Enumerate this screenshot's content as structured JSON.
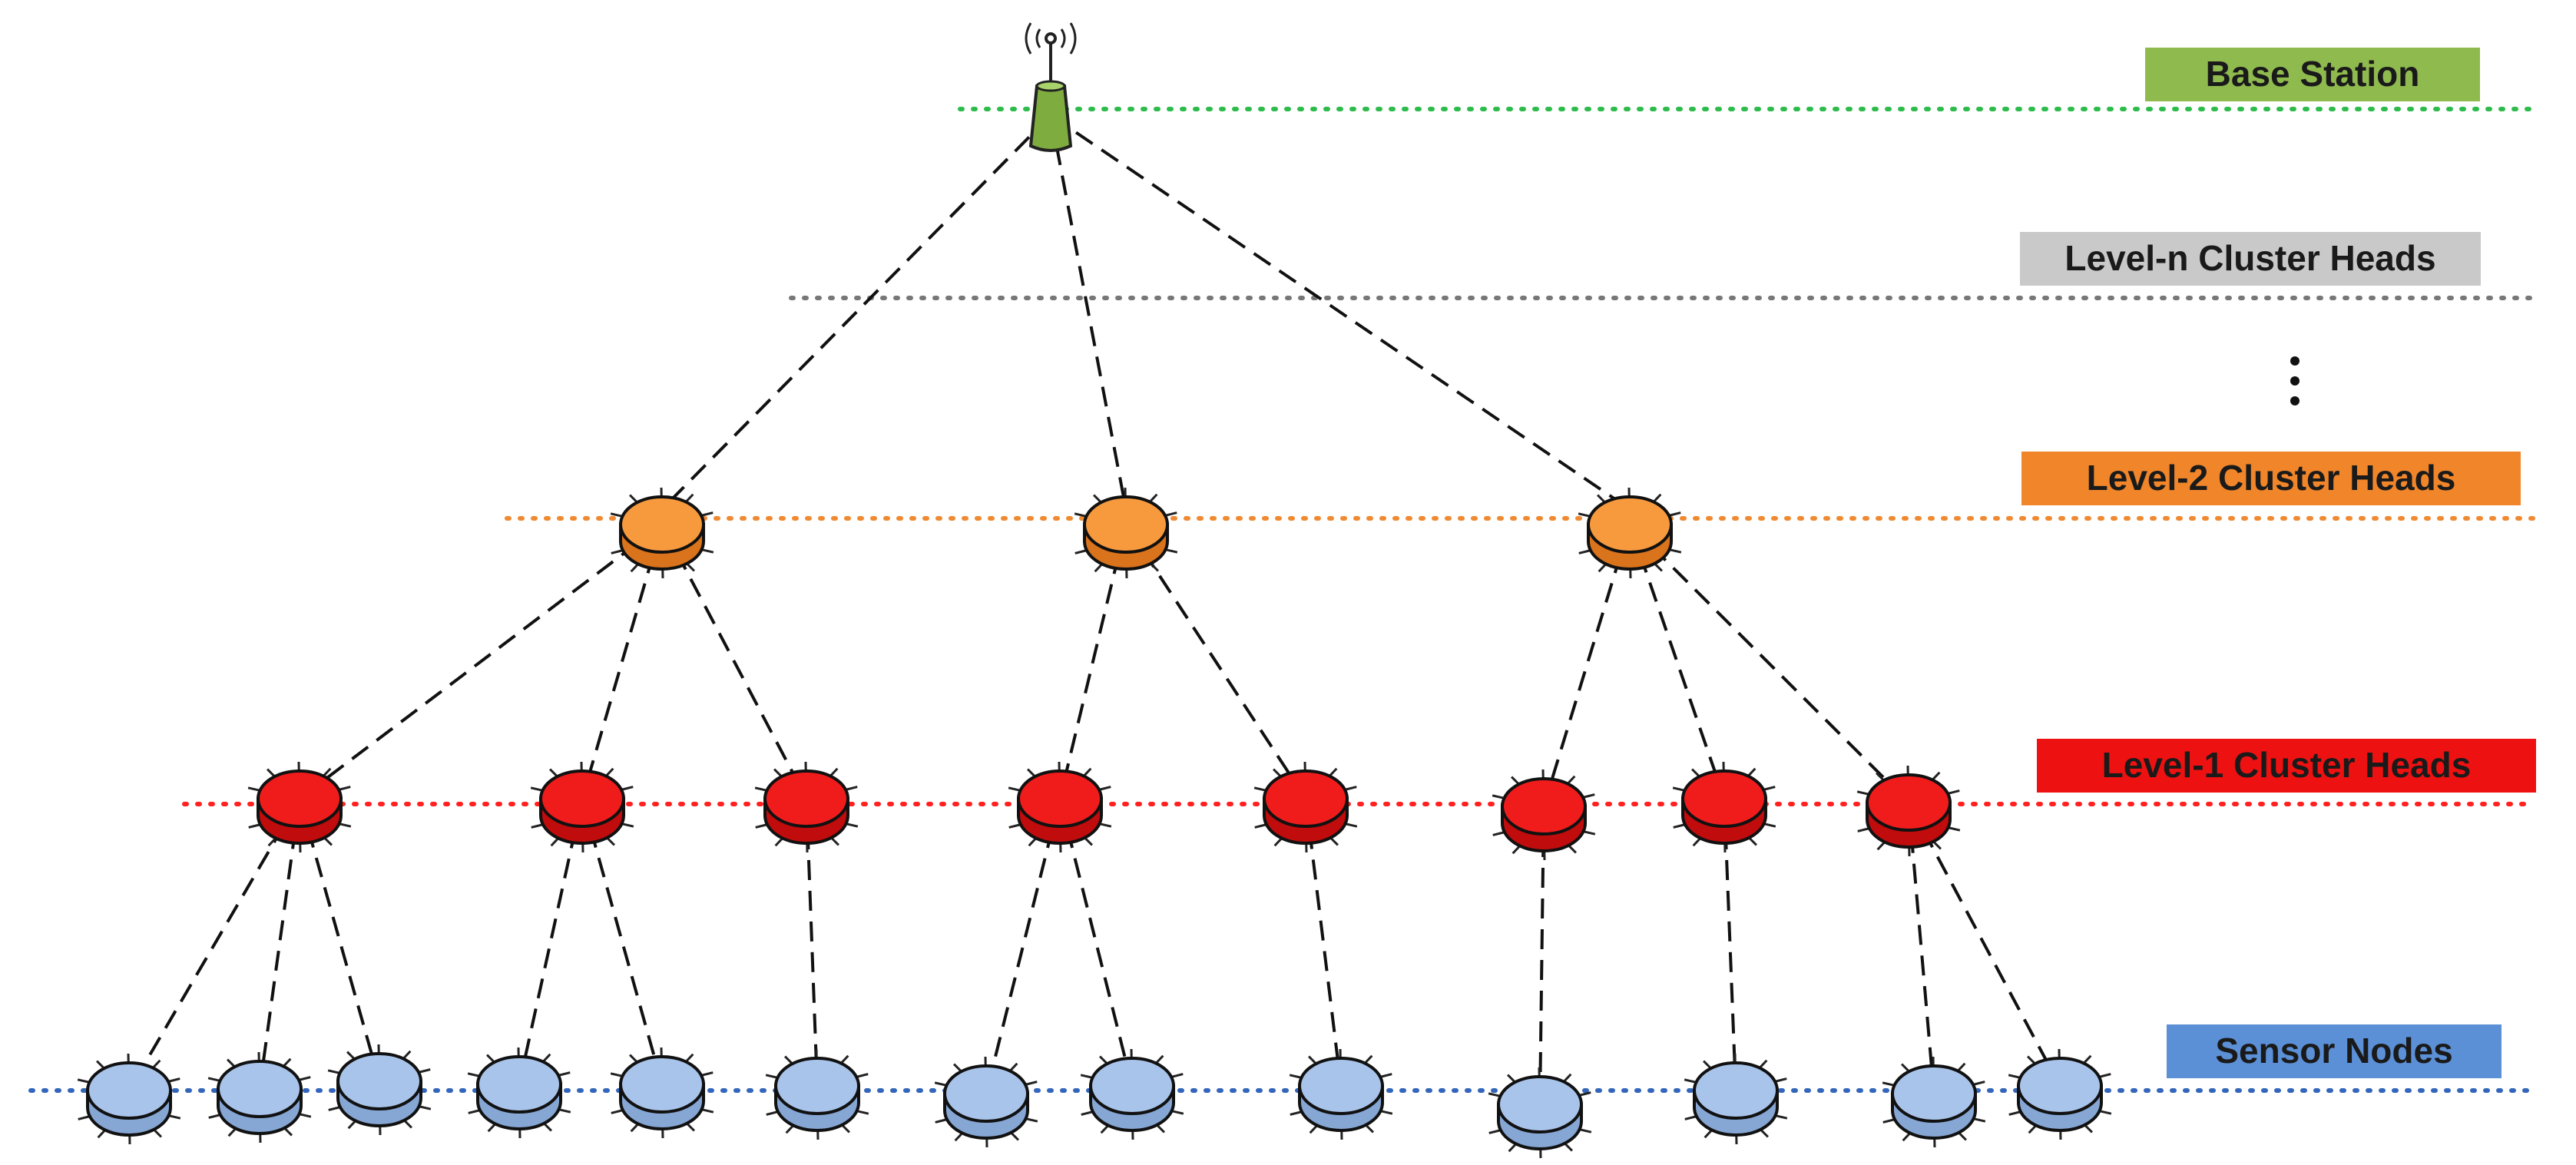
{
  "levels": {
    "base_station": {
      "label": "Base Station",
      "line_color": "#2dbb4b",
      "label_bg": "#8fba4e"
    },
    "level_n": {
      "label": "Level-n Cluster Heads",
      "line_color": "#777777",
      "label_bg": "#c9c9c9"
    },
    "level_2": {
      "label": "Level-2 Cluster Heads",
      "line_color": "#f08a32",
      "label_bg": "#f0852a"
    },
    "level_1": {
      "label": "Level-1 Cluster Heads",
      "line_color": "#ff2020",
      "label_bg": "#ee1111"
    },
    "sensor": {
      "label": "Sensor Nodes",
      "line_color": "#3366bb",
      "label_bg": "#5b8fd6"
    }
  },
  "ellipsis": "⋮",
  "node_colors": {
    "base_station": {
      "top": "#a8d26a",
      "side": "#7eac3f"
    },
    "level_2": {
      "top": "#f79a3e",
      "side": "#d9731c"
    },
    "level_1": {
      "top": "#f01c1c",
      "side": "#c00c0c"
    },
    "sensor": {
      "top": "#a9c4ea",
      "side": "#86a6d4"
    }
  },
  "topology": {
    "base_station_children": 3,
    "level_2_children": [
      3,
      2,
      3
    ],
    "level_1_children": [
      3,
      2,
      1,
      2,
      1,
      1,
      1,
      2
    ]
  }
}
